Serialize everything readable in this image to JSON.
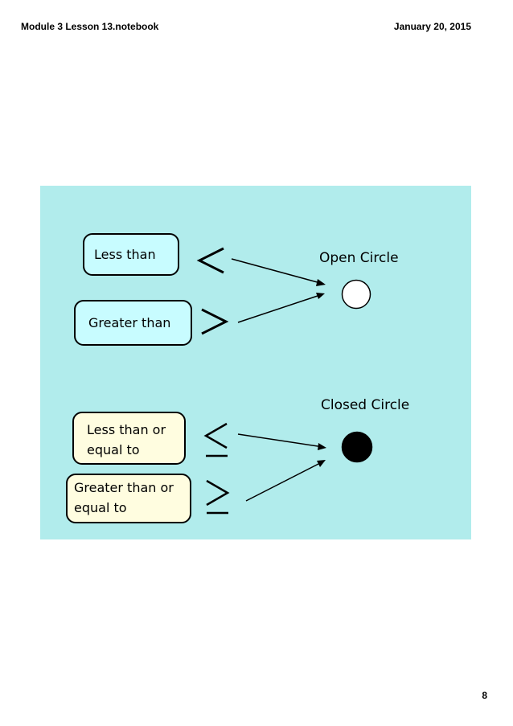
{
  "header": {
    "notebook_title": "Module 3 Lesson 13.notebook",
    "date": "January 20, 2015"
  },
  "footer": {
    "page_number": "8"
  },
  "slide": {
    "background_color": "#b1ecec",
    "labels": {
      "less_than": "Less than",
      "greater_than": "Greater than",
      "less_equal_line1": "Less than or",
      "less_equal_line2": "equal to",
      "greater_equal_line1": "Greater than or",
      "greater_equal_line2": "equal to"
    },
    "captions": {
      "open_circle": "Open Circle",
      "closed_circle": "Closed Circle"
    },
    "symbols": {
      "less_than": "<",
      "greater_than": ">",
      "less_equal": "≤",
      "greater_equal": "≥"
    },
    "colors": {
      "strict_box": "#c8fcff",
      "inclusive_box": "#fffde0",
      "open_circle_fill": "#ffffff",
      "closed_circle_fill": "#000000"
    }
  }
}
